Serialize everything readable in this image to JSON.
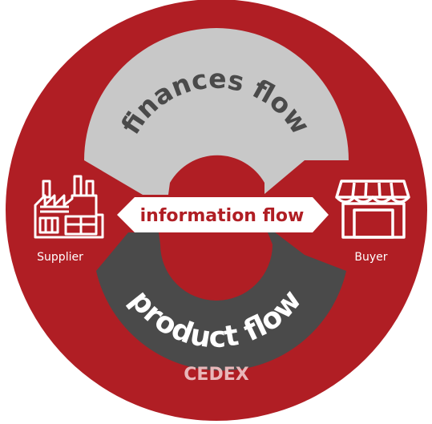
{
  "diagram": {
    "finances_label": "finances flow",
    "product_label": "product flow",
    "information_label": "information flow",
    "supplier_label": "Supplier",
    "buyer_label": "Buyer",
    "brand": "CEDEX"
  },
  "colors": {
    "circle": "#B01E24",
    "finances_arc": "#C8C8C8",
    "product_arc": "#4A4A4A",
    "information_arrow": "#FFFFFF",
    "information_text": "#B01E24",
    "icon": "#FFFFFF"
  },
  "icons": {
    "supplier": "factory-icon",
    "buyer": "storefront-icon"
  }
}
